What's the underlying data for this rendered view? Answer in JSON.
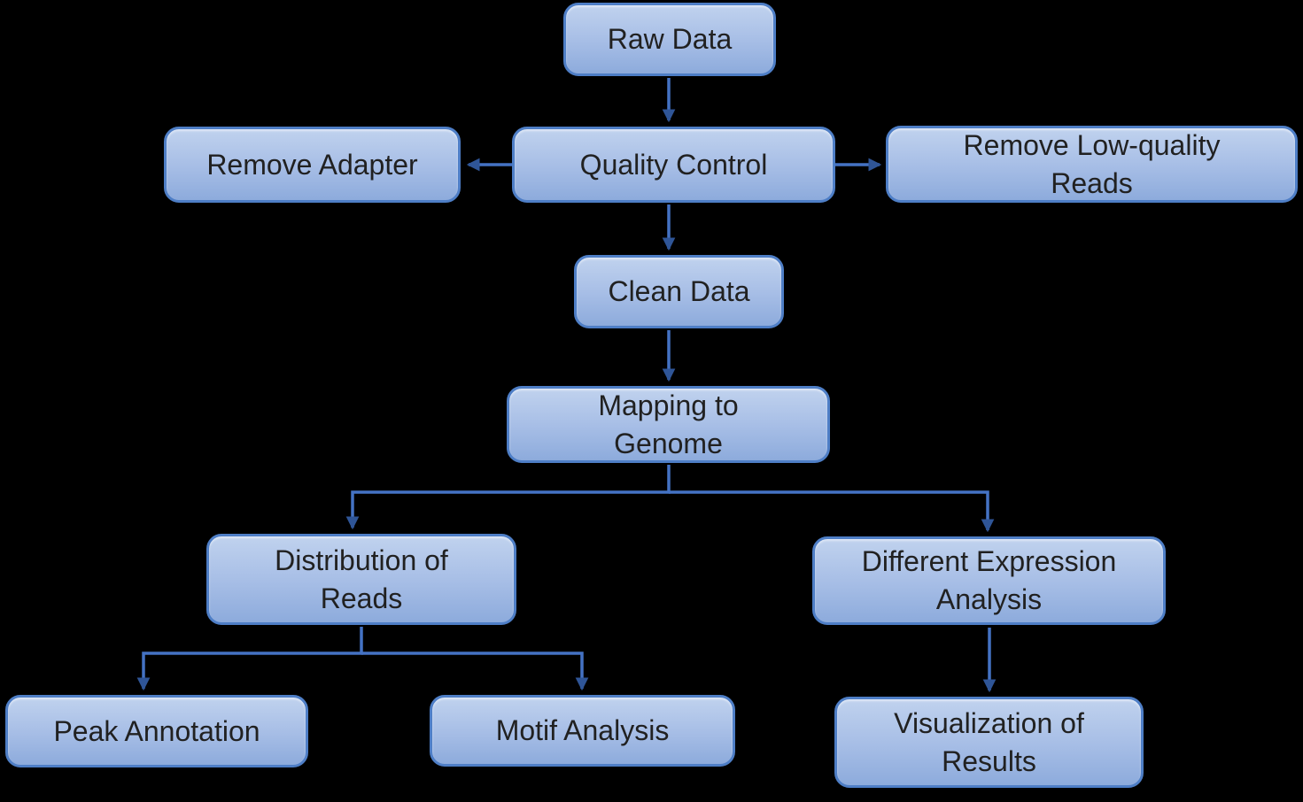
{
  "diagram": {
    "type": "flowchart",
    "nodes": {
      "raw_data": {
        "label": "Raw Data"
      },
      "quality_control": {
        "label": "Quality Control"
      },
      "remove_adapter": {
        "label": "Remove Adapter"
      },
      "remove_low_quality_reads": {
        "label": "Remove Low-quality\nReads"
      },
      "clean_data": {
        "label": "Clean Data"
      },
      "mapping_to_genome": {
        "label": "Mapping to\nGenome"
      },
      "distribution_of_reads": {
        "label": "Distribution of\nReads"
      },
      "different_expression_analysis": {
        "label": "Different Expression\nAnalysis"
      },
      "peak_annotation": {
        "label": "Peak Annotation"
      },
      "motif_analysis": {
        "label": "Motif Analysis"
      },
      "visualization_of_results": {
        "label": "Visualization of\nResults"
      }
    },
    "edges": [
      {
        "from": "raw_data",
        "to": "quality_control"
      },
      {
        "from": "quality_control",
        "to": "remove_adapter"
      },
      {
        "from": "quality_control",
        "to": "remove_low_quality_reads"
      },
      {
        "from": "quality_control",
        "to": "clean_data"
      },
      {
        "from": "clean_data",
        "to": "mapping_to_genome"
      },
      {
        "from": "mapping_to_genome",
        "to": "distribution_of_reads"
      },
      {
        "from": "mapping_to_genome",
        "to": "different_expression_analysis"
      },
      {
        "from": "distribution_of_reads",
        "to": "peak_annotation"
      },
      {
        "from": "distribution_of_reads",
        "to": "motif_analysis"
      },
      {
        "from": "different_expression_analysis",
        "to": "visualization_of_results"
      }
    ]
  },
  "colors": {
    "background": "#000000",
    "box_border": "#4e7ec6",
    "box_fill_top": "#c0d2ee",
    "box_fill_mid": "#a7bee6",
    "box_fill_bottom": "#8dabdc",
    "arrow": "#4472c4",
    "arrowhead": "#2f5597",
    "text": "#212121"
  }
}
